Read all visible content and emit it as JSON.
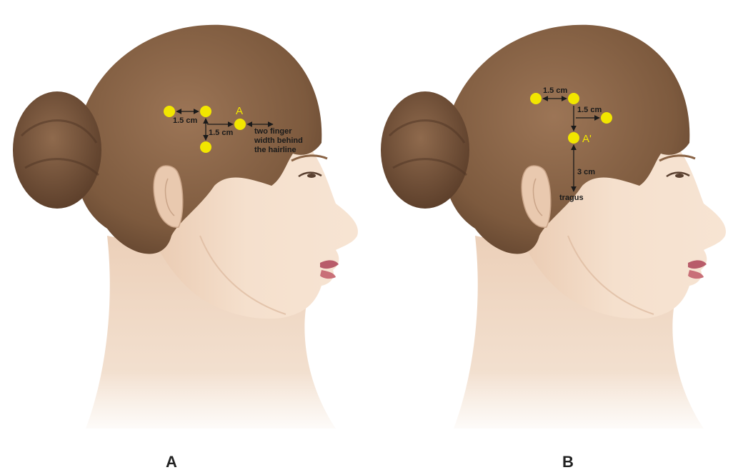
{
  "panels": [
    {
      "label": "A",
      "annotations": {
        "dist_h": "1.5 cm",
        "dist_v": "1.5 cm",
        "point": "A",
        "note_line1": "two finger",
        "note_line2": "width behind",
        "note_line3": "the hairline"
      }
    },
    {
      "label": "B",
      "annotations": {
        "dist_h1": "1.5 cm",
        "dist_h2": "1.5 cm",
        "point": "A'",
        "dist_v": "3 cm",
        "landmark": "tragus"
      }
    }
  ],
  "colors": {
    "background": "#ffffff",
    "hair": "#8a6446",
    "hair_dark": "#6b4a32",
    "skin": "#f3dcc8",
    "skin_shadow": "#e2c1a6",
    "lips": "#b85c6a",
    "marker": "#f2e600",
    "arrow": "#1a1a1a"
  }
}
